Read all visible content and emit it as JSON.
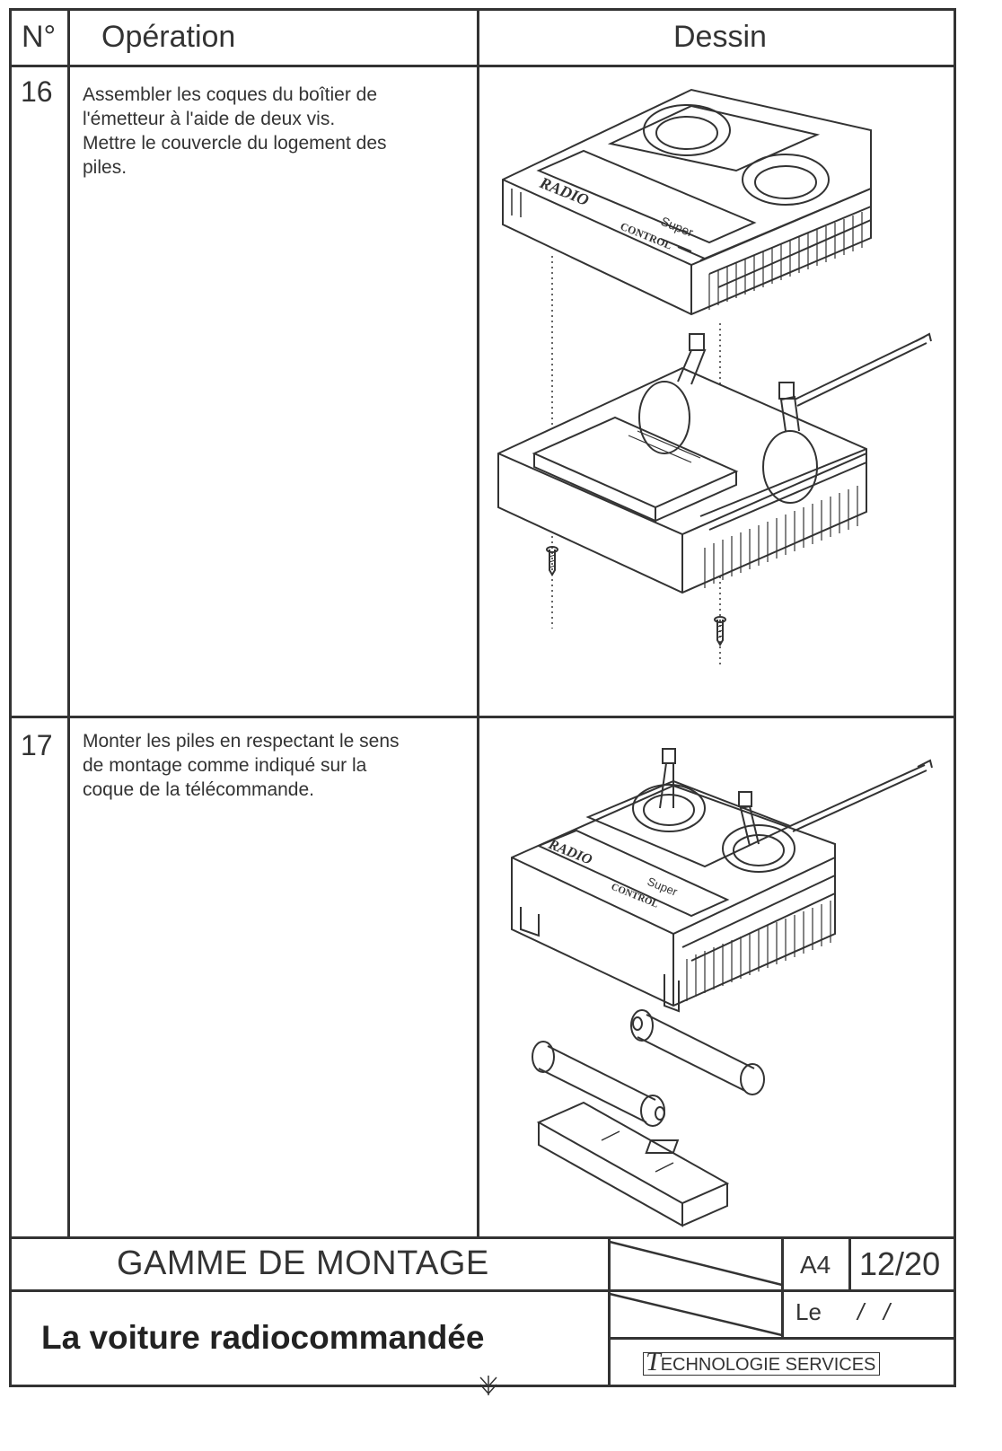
{
  "header": {
    "col_num": "N°",
    "col_operation": "Opération",
    "col_drawing": "Dessin"
  },
  "steps": [
    {
      "number": "16",
      "text": "Assembler les coques du boîtier de\nl'émetteur à l'aide de deux vis.\nMettre le couvercle du logement des\npiles.",
      "drawing_label_1": "RADIO",
      "drawing_label_2": "Super",
      "drawing_label_3": "CONTROL"
    },
    {
      "number": "17",
      "text": "Monter les piles en respectant le sens\nde montage comme indiqué sur la\ncoque de la télécommande.",
      "drawing_label_1": "RADIO",
      "drawing_label_2": "Super",
      "drawing_label_3": "CONTROL"
    }
  ],
  "footer": {
    "document_type": "GAMME DE MONTAGE",
    "format": "A4",
    "page": "12/20",
    "date_label": "Le",
    "date_sep": "/   /",
    "title": "La voiture radiocommandée",
    "company_initial": "T",
    "company_rest": "ECHNOLOGIE SERVICES"
  }
}
